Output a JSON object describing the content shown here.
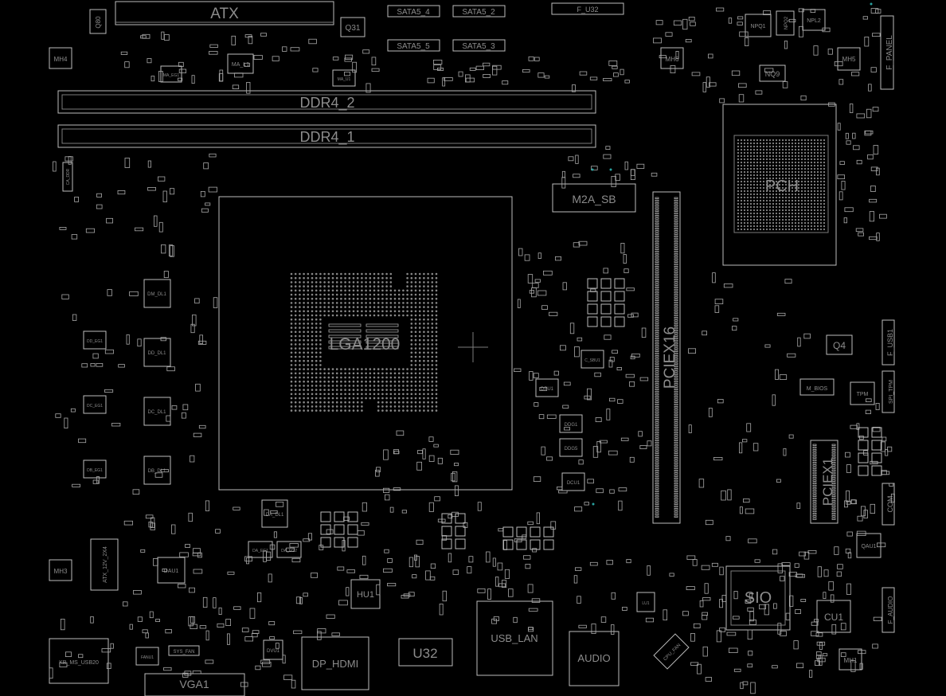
{
  "board": {
    "components": {
      "atx": "ATX",
      "q80": "Q80",
      "q31": "Q31",
      "sata4": "SATA5_4",
      "sata2": "SATA5_2",
      "sata5": "SATA5_5",
      "sata3": "SATA5_3",
      "fu32": "F_U32",
      "mh4": "MH4",
      "mh6": "MH6",
      "mh5": "MH5",
      "mh3": "MH3",
      "mh1": "MH1",
      "npq1": "NPQ1",
      "npq2": "NPQ2",
      "npl2": "NPL2",
      "nq9": "NQ9",
      "f_panel": "F_PANEL",
      "mal1": "MA_L1",
      "mau1": "MA_U1",
      "maeg1": "MA_EG1",
      "ddr4_2": "DDR4_2",
      "ddr4_1": "DDR4_1",
      "m2a_sb": "M2A_SB",
      "pch": "PCH",
      "lga": "LGA1200",
      "pciex16": "PCIEX16",
      "pciex1": "PCIEX1",
      "q4": "Q4",
      "m_bios": "M_BIOS",
      "tpm": "TPM",
      "f_usb1": "F_USB1",
      "spi_tpm": "SPI_TPM",
      "com": "COM",
      "qau1": "QAU1",
      "sio": "SIO",
      "cu1": "CU1",
      "f_audio": "F_AUDIO",
      "audio": "AUDIO",
      "usb_lan": "USB_LAN",
      "u32": "U32",
      "dp_hdmi": "DP_HDMI",
      "vga1": "VGA1",
      "kb_ms": "KB_MS_USB20",
      "hu1": "HU1",
      "dau1": "DAU1",
      "dal1": "DA_DL1",
      "daeg1": "DA_EG1",
      "daeg2": "DA_EG2",
      "atx12v": "ATX_12V_2X4",
      "dm_dl1": "DM_DL1",
      "dd_dl1": "DD_DL1",
      "dc_dl1": "DC_DL1",
      "db_dl1": "DB_DL1",
      "dd_eg1": "DD_EG1",
      "dc_eg1": "DC_EG1",
      "db_eg1": "DB_EG1",
      "ddg1": "DDG1",
      "ddg5": "DDG5",
      "dcu1": "DCU1",
      "dpu1": "DPU1",
      "c_sbu1": "C_SBU1",
      "sys_fan": "SYS_FAN",
      "fanu1": "FANU1",
      "cpu_fan": "CPU_FAN",
      "lu1": "LU1",
      "dvu1": "DVU1",
      "ca_ddr": "CA_DDR"
    }
  }
}
